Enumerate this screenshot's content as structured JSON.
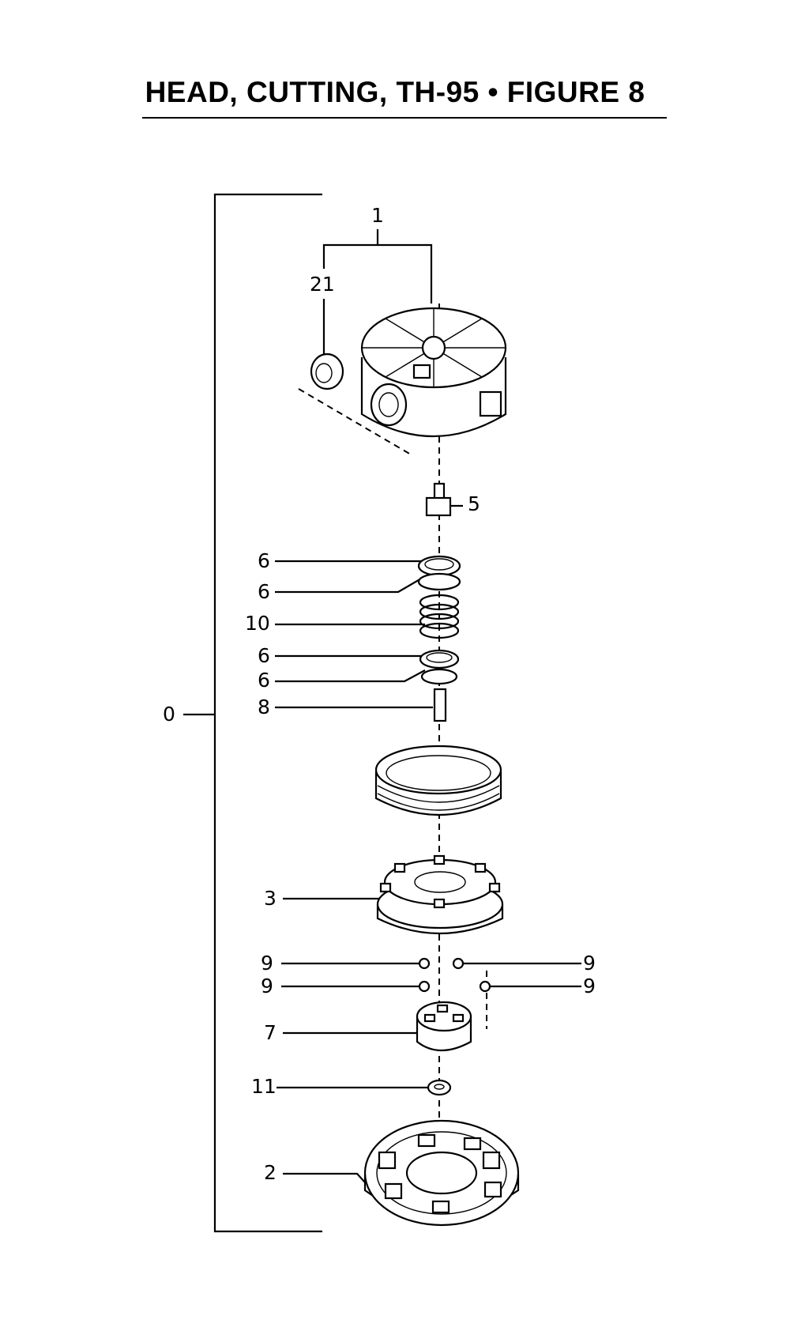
{
  "title": "HEAD, CUTTING, TH-95  •  FIGURE 8",
  "callouts": {
    "c1": "1",
    "c21": "21",
    "c5": "5",
    "c6a": "6",
    "c6b": "6",
    "c10": "10",
    "c6c": "6",
    "c6d": "6",
    "c8": "8",
    "c0": "0",
    "c3": "3",
    "c9a": "9",
    "c9b": "9",
    "c9c": "9",
    "c9d": "9",
    "c7": "7",
    "c11": "11",
    "c2": "2"
  },
  "parts": [
    "cutting-head-housing",
    "knob",
    "bolt",
    "washer",
    "spring",
    "pin",
    "spool-cover",
    "spool",
    "ball",
    "retainer",
    "washer-small",
    "base"
  ]
}
